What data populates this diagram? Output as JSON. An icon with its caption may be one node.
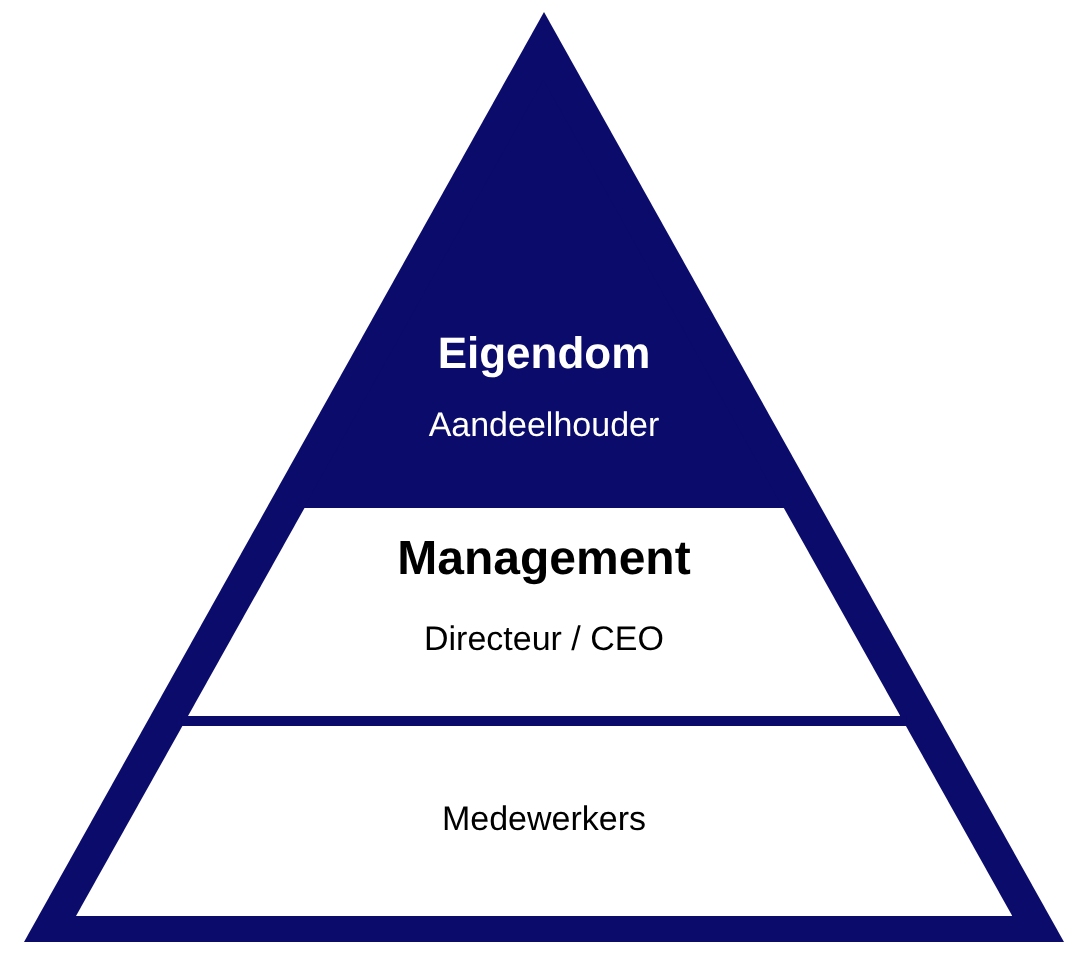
{
  "diagram": {
    "nodes": [
      {
        "text": [
          "Eigendom",
          "Aandeelhouder"
        ]
      },
      {
        "text": [
          "Management",
          "Directeur / CEO"
        ]
      },
      {
        "text": [
          "Medewerkers"
        ]
      }
    ]
  }
}
